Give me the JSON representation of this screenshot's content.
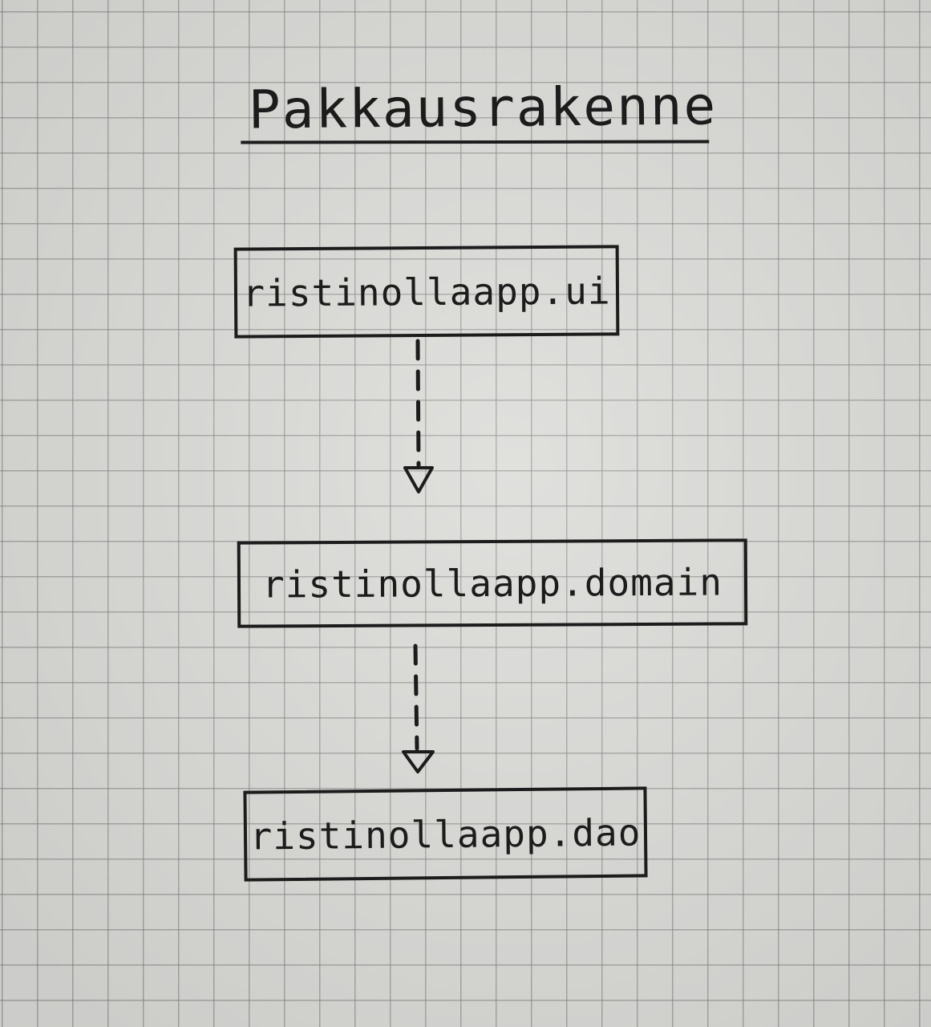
{
  "diagram": {
    "title": "Pakkausrakenne",
    "packages": [
      {
        "id": "ui",
        "label": "ristinollaapp.ui"
      },
      {
        "id": "domain",
        "label": "ristinollaapp.domain"
      },
      {
        "id": "dao",
        "label": "ristinollaapp.dao"
      }
    ],
    "dependencies": [
      {
        "from": "ui",
        "to": "domain",
        "style": "dashed",
        "head": "open-triangle"
      },
      {
        "from": "domain",
        "to": "dao",
        "style": "dashed",
        "head": "open-triangle"
      }
    ],
    "colors": {
      "ink": "#1c1c1c",
      "paper": "#d9d9d6",
      "grid": "#787876"
    }
  }
}
